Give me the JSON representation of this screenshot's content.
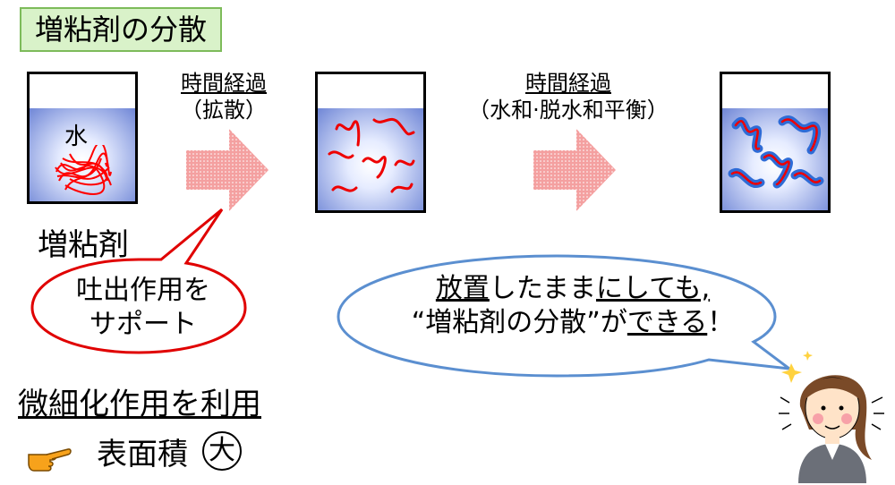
{
  "title": "増粘剤の分散",
  "water_label": "水",
  "thickener_label": "増粘剤",
  "step1": {
    "line1": "時間経過",
    "line2": "（拡散）"
  },
  "step2": {
    "line1": "時間経過",
    "line2": "（水和·脱水和平衡）"
  },
  "red_bubble": {
    "line1": "吐出作用を",
    "line2": "サポート"
  },
  "blue_bubble": {
    "l1_a": "放置",
    "l1_b": "したまま",
    "l1_c": "にしても,",
    "l2_a": "“増粘剤の分散”が",
    "l2_b": "できる",
    "l2_c": "！"
  },
  "bottom": {
    "line1": "微細化作用を利用",
    "line2_text": "表面積",
    "circled": "大"
  },
  "colors": {
    "title_bg": "#d9f2c9",
    "title_border": "#7dbb5a",
    "arrow": "#f4a0a0",
    "red": "#e00000",
    "bubble_blue": "#5b8fd0"
  }
}
